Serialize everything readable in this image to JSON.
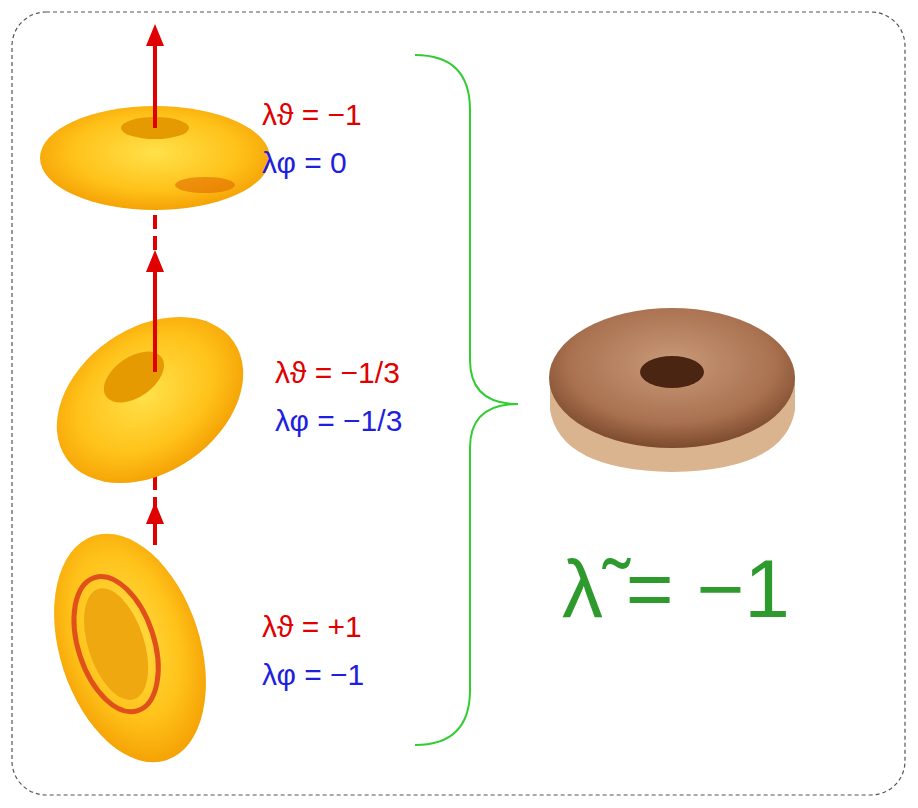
{
  "diagram": {
    "labels": [
      "λϑ = −1",
      "λφ = 0",
      "λϑ = −1/3",
      "λφ = −1/3",
      "λϑ = +1",
      "λφ = −1",
      "λ̃ = −1"
    ]
  }
}
